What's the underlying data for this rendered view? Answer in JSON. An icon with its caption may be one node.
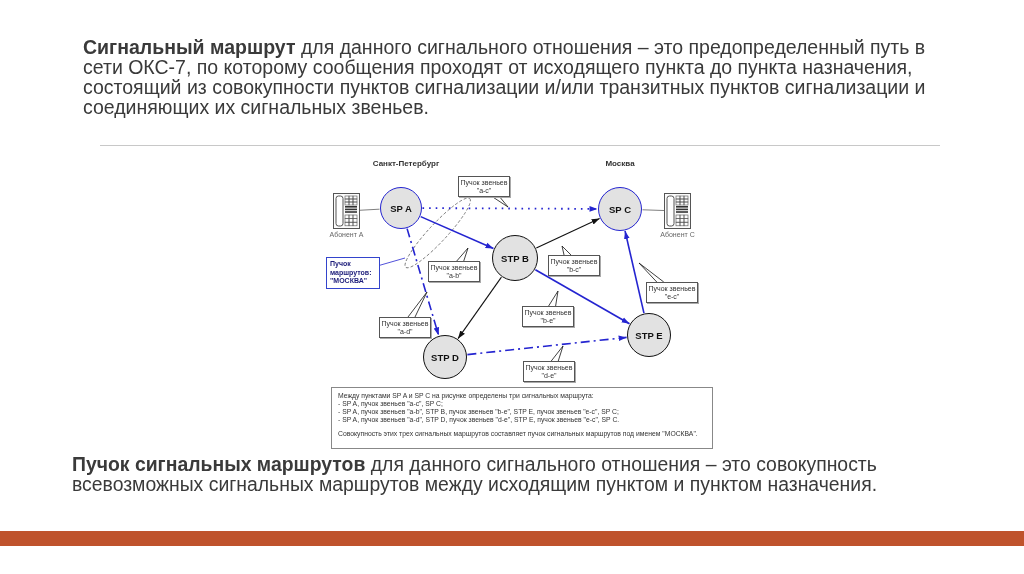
{
  "diagram": {
    "nodes": [
      {
        "text": [],
        "shape": "picture",
        "beside": [
          "Абонент А"
        ]
      },
      {
        "text": [
          "SP A"
        ]
      },
      {
        "text": [
          "Пучок звеньев \"a-c\""
        ]
      },
      {
        "text": [
          "SP C"
        ]
      },
      {
        "text": [],
        "shape": "picture",
        "beside": [
          "Абонент С"
        ]
      },
      {
        "text": [
          "STP B"
        ]
      },
      {
        "text": [
          "Пучок маршрутов: \"МОСКВА\""
        ]
      },
      {
        "text": [
          "Пучок звеньев \"b-c\""
        ]
      },
      {
        "text": [
          "Пучок звеньев \"a-b\""
        ]
      },
      {
        "text": [
          "Пучок звеньев \"e-c\""
        ]
      },
      {
        "text": [
          "Пучок звеньев \"b-e\""
        ]
      },
      {
        "text": [
          "Пучок звеньев \"a-d\""
        ]
      },
      {
        "text": [
          "STP E"
        ]
      },
      {
        "text": [
          "STP D"
        ]
      },
      {
        "text": [
          "Пучок звеньев \"d-e\""
        ]
      },
      {
        "text": [
          "Между пунктами SP A и SP C на рисунке определены три сигнальных маршрута:",
          "- SP A, пучок звеньев \"a-c\", SP C;",
          "- SP A, пучок звеньев \"a-b\", STP B, пучок звеньев \"b-e\", STP E, пучок звеньев \"e-c\", SP C;",
          "- SP A, пучок звеньев \"a-d\", STP D, пучок звеньев \"d-e\", STP E, пучок звеньев \"e-c\", SP C.",
          "Совокупность этих трех сигнальных маршрутов составляет пучок сигнальных маршрутов под именем \"МОСКВА\"."
        ]
      }
    ],
    "edges": [
      {
        "from": 0,
        "to": 1,
        "arrow": "none",
        "color": "#808080"
      },
      {
        "from": 3,
        "to": 4,
        "arrow": "none",
        "color": "#808080"
      },
      {
        "from": 1,
        "to": 3,
        "arrow": "to",
        "style": "dashed",
        "color": "#2424d0"
      },
      {
        "from": 1,
        "to": 5,
        "arrow": "to",
        "color": "#2424d0"
      },
      {
        "from": 5,
        "to": 3,
        "arrow": "to"
      },
      {
        "from": 5,
        "to": 13,
        "arrow": "to"
      },
      {
        "from": 5,
        "to": 12,
        "arrow": "to",
        "color": "#2424d0"
      },
      {
        "from": 12,
        "to": 3,
        "arrow": "to",
        "color": "#2424d0"
      },
      {
        "from": 1,
        "to": 13,
        "arrow": "to",
        "style": "dashed",
        "color": "#2424d0"
      },
      {
        "from": 13,
        "to": 12,
        "arrow": "to",
        "style": "dashed",
        "color": "#2424d0"
      },
      {
        "from": 2,
        "to": null,
        "arrow": "none"
      },
      {
        "from": 6,
        "to": null,
        "arrow": "none",
        "color": "#2424d0"
      },
      {
        "from": 7,
        "to": null,
        "arrow": "none"
      },
      {
        "from": 8,
        "to": null,
        "arrow": "none"
      },
      {
        "from": 9,
        "to": null,
        "arrow": "none"
      },
      {
        "from": 10,
        "to": null,
        "arrow": "none"
      },
      {
        "from": 11,
        "to": null,
        "arrow": "none"
      },
      {
        "from": 14,
        "to": null,
        "arrow": "none"
      }
    ],
    "labels": [
      "**Сигнальный маршрут** для данного сигнального отношения – это предопределенный путь в сети ОКС-7, по которому сообщения проходят от исходящего пункта до пункта назначения, состоящий из совокупности пунктов сигнализации и/или транзитных пунктов сигнализации и соединяющих их сигнальных звеньев.",
      "Санкт-Петербург",
      "Москва",
      "**Пучок сигнальных маршрутов** для данного сигнального отношения – это совокупность всевозможных сигнальных маршрутов между исходящим пунктом и пунктом назначения."
    ]
  }
}
